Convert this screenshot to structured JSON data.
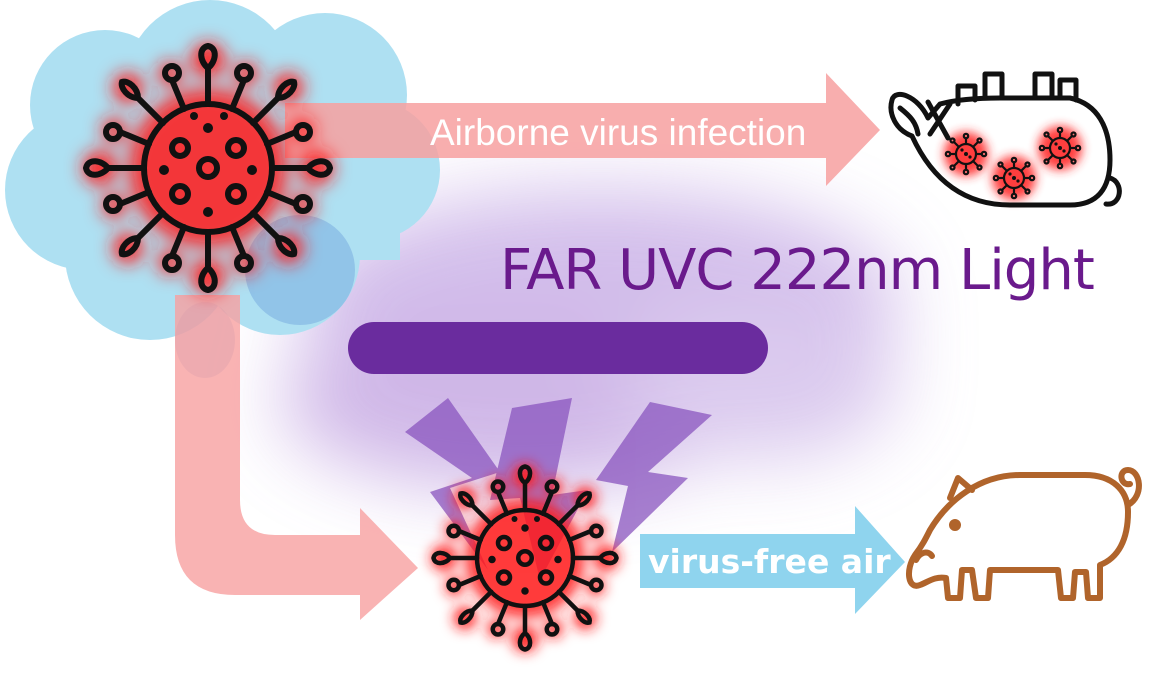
{
  "diagram": {
    "title": "FAR UVC 222nm Light",
    "arrow_top_label": "Airborne virus infection",
    "arrow_bottom_label": "virus-free air"
  },
  "colors": {
    "cloud": "#aee0f2",
    "virus_glow": "#ff1a1a",
    "infection_arrow": "#f7a0a0",
    "uv_bar": "#6a2c9e",
    "uv_ray": "#8a55bf",
    "uv_haze": "#c8aee6",
    "clean_arrow": "#8fd4ee",
    "title_text": "#6a1a8c",
    "healthy_pig": "#b0642b",
    "sick_pig": "#111111"
  },
  "icons": [
    "cloud-icon",
    "virus-icon",
    "sick-pig-icon",
    "healthy-pig-icon",
    "uv-lamp-icon"
  ]
}
